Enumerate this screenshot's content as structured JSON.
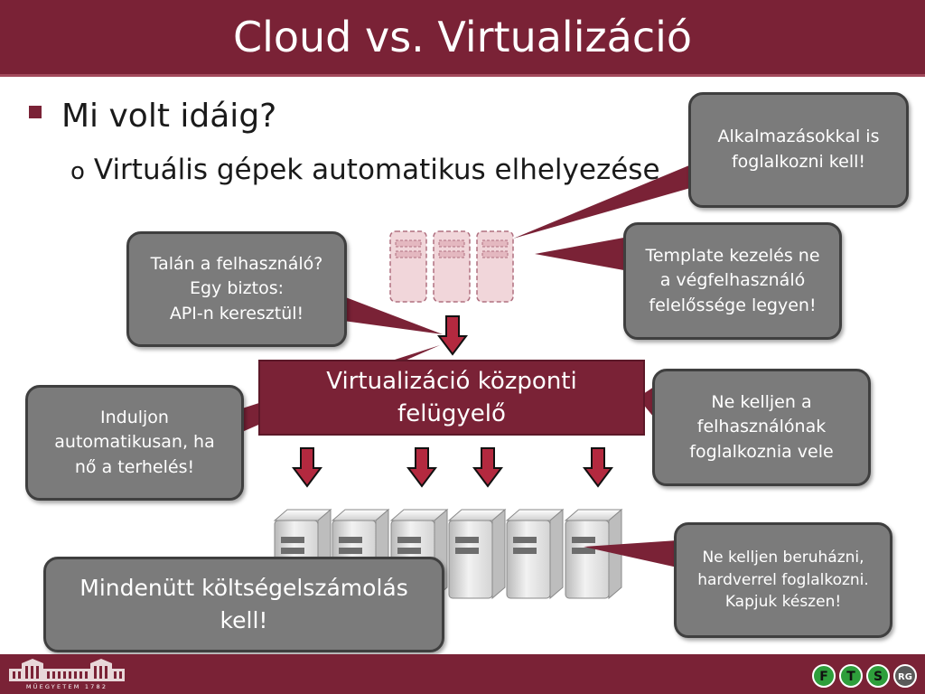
{
  "slide": {
    "title": "Cloud vs. Virtualizáció",
    "bullet_l1": "Mi volt idáig?",
    "bullet_l2": "Virtuális gépek automatikus elhelyezése"
  },
  "center_box": {
    "label": "Virtualizáció központi\nfelügyelő"
  },
  "callouts": {
    "top_right": "Alkalmazásokkal is\nfoglalkozni kell!",
    "template": "Template kezelés ne\na végfelhasználó\nfelelőssége legyen!",
    "user": "Talán a felhasználó?\nEgy biztos:\nAPI-n keresztül!",
    "auto_start": "Induljon\nautomatikusan, ha\nnő a terhelés!",
    "no_user": "Ne kelljen a\nfelhasználónak\nfoglalkoznia vele",
    "hardware": "Ne kelljen beruházni,\nhardverrel foglalkozni.\nKapjuk készen!",
    "billing": "Mindenütt költségelszámolás\nkell!"
  },
  "footer": {
    "logo_text": "MŰEGYETEM 1782",
    "badges": [
      "F",
      "T",
      "S",
      "RG"
    ]
  },
  "colors": {
    "accent": "#7a2236",
    "callout_fill": "#7b7b7b",
    "callout_border": "#3f3f3f",
    "arrow_fill": "#b3293f"
  },
  "icons": {
    "vm": "virtual-machine-icon",
    "server": "server-icon",
    "arrow": "arrow-down-icon"
  }
}
